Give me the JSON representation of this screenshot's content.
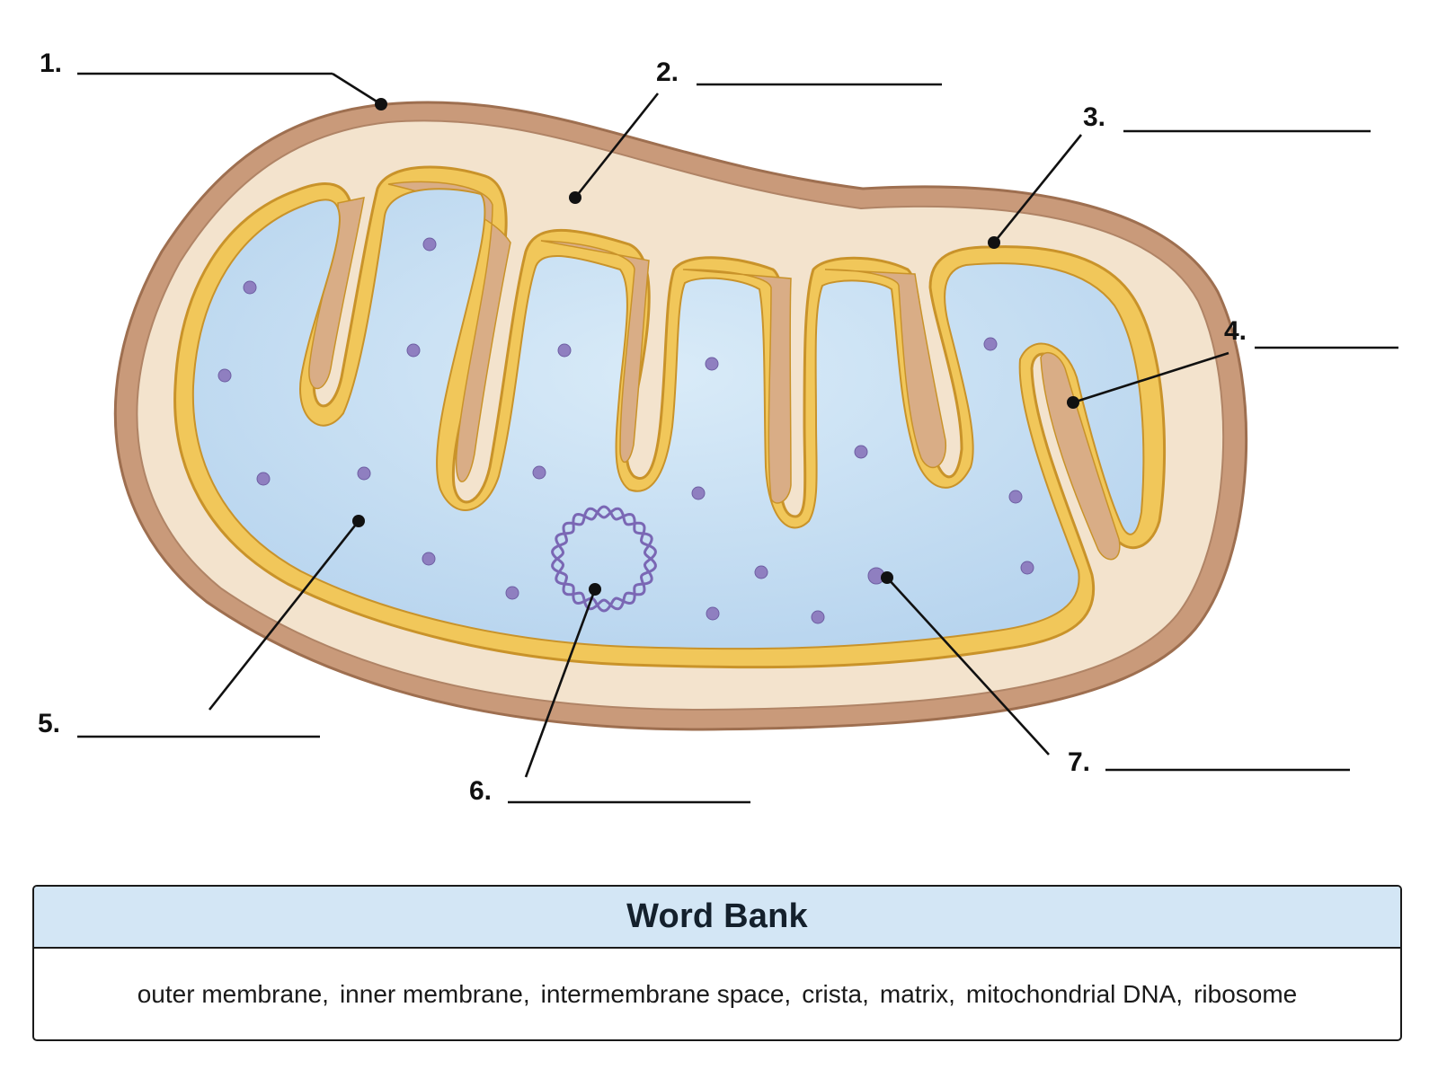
{
  "labels": [
    {
      "number": "1."
    },
    {
      "number": "2."
    },
    {
      "number": "3."
    },
    {
      "number": "4."
    },
    {
      "number": "5."
    },
    {
      "number": "6."
    },
    {
      "number": "7."
    }
  ],
  "word_bank": {
    "title": "Word Bank",
    "terms": [
      "outer membrane",
      "inner membrane",
      "intermembrane space",
      "crista",
      "matrix",
      "mitochondrial DNA",
      "ribosome"
    ],
    "separator": ","
  },
  "colors": {
    "outer_membrane": "#c99a7a",
    "intermembrane_space": "#f3e3cd",
    "inner_membrane": "#f1c75a",
    "matrix": "#cde3f4",
    "crista_fill": "#d9ad86",
    "ribosome": "#8f7fc0",
    "dna": "#7a67b4"
  }
}
